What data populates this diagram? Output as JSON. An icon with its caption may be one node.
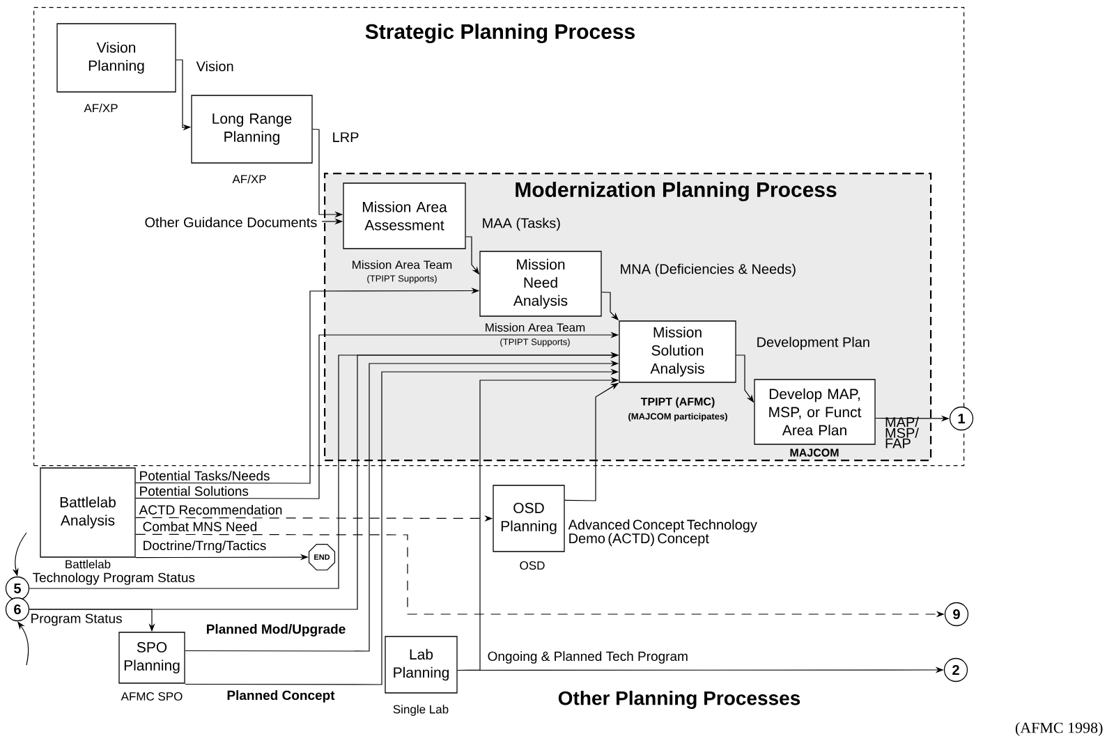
{
  "diagram": {
    "caption": "(AFMC 1998)",
    "nodes": [
      {
        "text": [
          "Strategic Planning Process"
        ]
      },
      {
        "text": [
          "Modernization Planning Process"
        ],
        "in": 0
      },
      {
        "text": [
          "Vision Planning"
        ],
        "beside": [
          "AF/XP"
        ],
        "in": 0
      },
      {
        "text": [
          "Long Range Planning"
        ],
        "beside": [
          "AF/XP"
        ],
        "in": 0
      },
      {
        "text": [
          "Mission Area Assessment"
        ],
        "beside": [
          "Mission Area Team",
          "(TPIPT Supports)"
        ],
        "in": 1
      },
      {
        "text": [
          "Mission Need Analysis"
        ],
        "beside": [
          "Mission Area Team",
          "(TPIPT Supports)"
        ],
        "in": 1
      },
      {
        "text": [
          "Mission Solution Analysis"
        ],
        "beside": [
          "TPIPT (AFMC)",
          "(MAJCOM participates)"
        ],
        "in": 1
      },
      {
        "text": [
          "Develop MAP, MSP, or Funct Area Plan"
        ],
        "beside": [
          "MAJCOM"
        ],
        "in": 1
      },
      {
        "text": [
          "1"
        ]
      },
      {
        "text": [
          "Battlelab Analysis"
        ],
        "beside": [
          "Battlelab"
        ]
      },
      {
        "text": [
          "END"
        ]
      },
      {
        "text": [
          "5"
        ]
      },
      {
        "text": [
          "6"
        ]
      },
      {
        "text": [
          "OSD Planning"
        ],
        "beside": [
          "OSD"
        ]
      },
      {
        "text": [
          "SPO Planning"
        ],
        "beside": [
          "AFMC SPO"
        ]
      },
      {
        "text": [
          "Lab Planning"
        ],
        "beside": [
          "Single Lab"
        ]
      },
      {
        "text": [
          "9"
        ]
      },
      {
        "text": [
          "2"
        ]
      }
    ],
    "edges": [
      {
        "from": 2,
        "to": 3,
        "arrow": "to",
        "label": "Vision"
      },
      {
        "from": 3,
        "to": 4,
        "arrow": "to",
        "label": "LRP"
      },
      {
        "from": null,
        "to": 4,
        "arrow": "to",
        "label": "Other Guidance Documents"
      },
      {
        "from": 4,
        "to": 5,
        "arrow": "to",
        "label": "MAA (Tasks)"
      },
      {
        "from": 5,
        "to": 6,
        "arrow": "to",
        "label": "MNA (Deficiencies & Needs)"
      },
      {
        "from": 6,
        "to": 7,
        "arrow": "to",
        "label": "Development Plan"
      },
      {
        "from": 7,
        "to": 8,
        "arrow": "to",
        "label": "MAP/ MSP/ FAP"
      },
      {
        "from": 9,
        "to": 5,
        "arrow": "to",
        "label": "Potential Tasks/Needs"
      },
      {
        "from": 9,
        "to": 6,
        "arrow": "to",
        "label": "Potential Solutions"
      },
      {
        "from": 9,
        "to": 13,
        "arrow": "to",
        "label": "ACTD Recommendation",
        "style": "dashed"
      },
      {
        "from": 9,
        "to": 16,
        "arrow": "to",
        "label": "Combat MNS Need",
        "style": "dashed"
      },
      {
        "from": 9,
        "to": 10,
        "arrow": "to",
        "label": "Doctrine/Trng/Tactics"
      },
      {
        "from": 11,
        "to": 6,
        "arrow": "to",
        "label": "Technology Program Status"
      },
      {
        "from": 12,
        "to": 6,
        "arrow": "to",
        "label": "Program Status"
      },
      {
        "from": 12,
        "to": 14,
        "arrow": "to"
      },
      {
        "from": 14,
        "to": 6,
        "arrow": "to",
        "label": "Planned Mod/Upgrade"
      },
      {
        "from": 14,
        "to": 6,
        "arrow": "to",
        "label": "Planned Concept"
      },
      {
        "from": 15,
        "to": 6,
        "arrow": "to"
      },
      {
        "from": 15,
        "to": 17,
        "arrow": "to",
        "label": "Ongoing & Planned Tech Program"
      },
      {
        "from": 13,
        "to": 6,
        "arrow": "to",
        "label": "Advanced Concept Technology Demo (ACTD) Concept"
      },
      {
        "from": null,
        "to": 11,
        "arrow": "to"
      },
      {
        "from": null,
        "to": 12,
        "arrow": "to"
      }
    ],
    "labels": [
      "Other Planning Processes"
    ]
  }
}
